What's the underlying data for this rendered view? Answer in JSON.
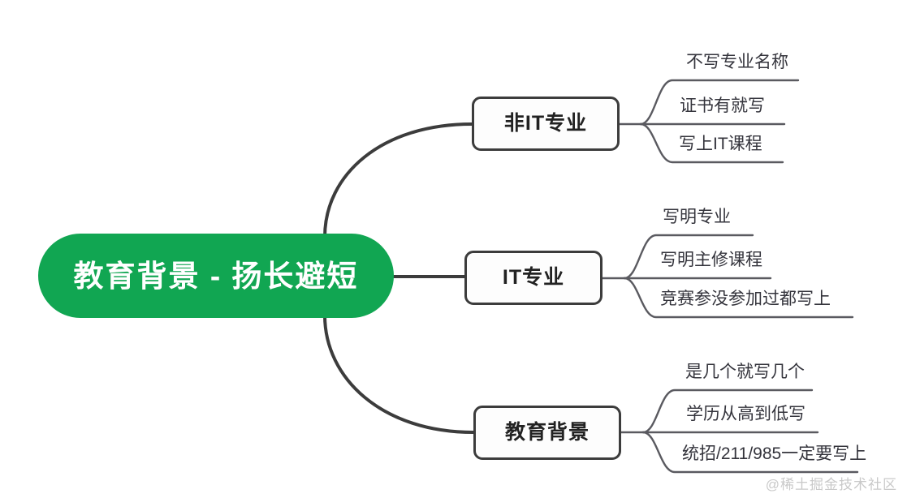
{
  "diagram": {
    "type": "mindmap",
    "background_color": "#ffffff",
    "root": {
      "label": "教育背景 - 扬长避短",
      "fill_color": "#11a652",
      "text_color": "#ffffff"
    },
    "branch_border_color": "#3c3c3c",
    "connector_color": "#3c3c3c",
    "leaf_line_color": "#5a5a60",
    "branches": [
      {
        "label": "非IT专业",
        "leaves": [
          {
            "label": "不写专业名称"
          },
          {
            "label": "证书有就写"
          },
          {
            "label": "写上IT课程"
          }
        ]
      },
      {
        "label": "IT专业",
        "leaves": [
          {
            "label": "写明专业"
          },
          {
            "label": "写明主修课程"
          },
          {
            "label": "竞赛参没参加过都写上"
          }
        ]
      },
      {
        "label": "教育背景",
        "leaves": [
          {
            "label": "是几个就写几个"
          },
          {
            "label": "学历从高到低写"
          },
          {
            "label": "统招/211/985一定要写上"
          }
        ]
      }
    ]
  },
  "watermark": {
    "text": "@稀土掘金技术社区"
  }
}
